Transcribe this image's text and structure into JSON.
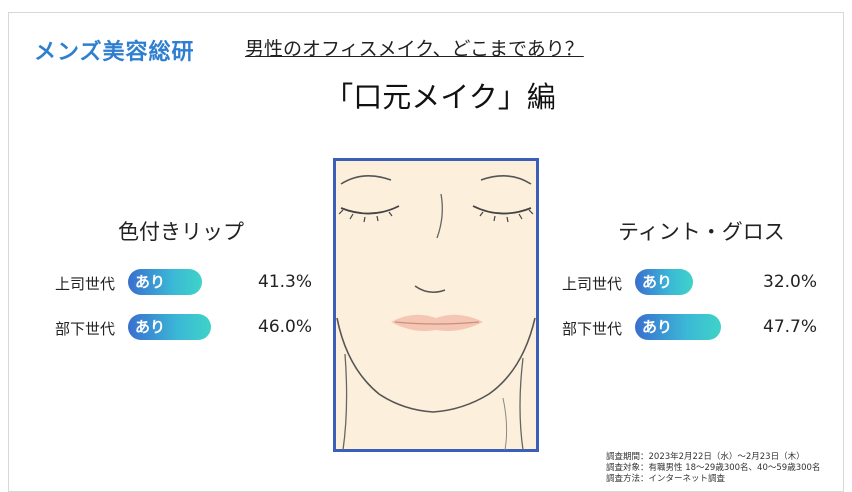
{
  "brand": {
    "logo_text": "メンズ美容総研"
  },
  "header": {
    "subtitle": "男性のオフィスメイク、どこまであり？",
    "title": "「口元メイク」編"
  },
  "chart_data": [
    {
      "type": "bar",
      "title": "色付きリップ",
      "categories": [
        "上司世代",
        "部下世代"
      ],
      "series": [
        {
          "name": "あり",
          "values": [
            41.3,
            46.0
          ]
        }
      ],
      "value_labels": [
        "41.3%",
        "46.0%"
      ],
      "unit": "%"
    },
    {
      "type": "bar",
      "title": "ティント・グロス",
      "categories": [
        "上司世代",
        "部下世代"
      ],
      "series": [
        {
          "name": "あり",
          "values": [
            32.0,
            47.7
          ]
        }
      ],
      "value_labels": [
        "32.0%",
        "47.7%"
      ],
      "unit": "%"
    }
  ],
  "colors": {
    "bar_start": "#3a6fcf",
    "bar_end": "#3fd3c8",
    "face_border": "#3b5fb8",
    "skin": "#fcf0dc"
  },
  "illustration": {
    "icon": "face-illustration"
  },
  "footnote": {
    "lines": [
      "調査期間：2023年2月22日（水）～2月23日（木）",
      "調査対象：有職男性 18～29歳300名、40～59歳300名",
      "調査方法：インターネット調査"
    ]
  }
}
